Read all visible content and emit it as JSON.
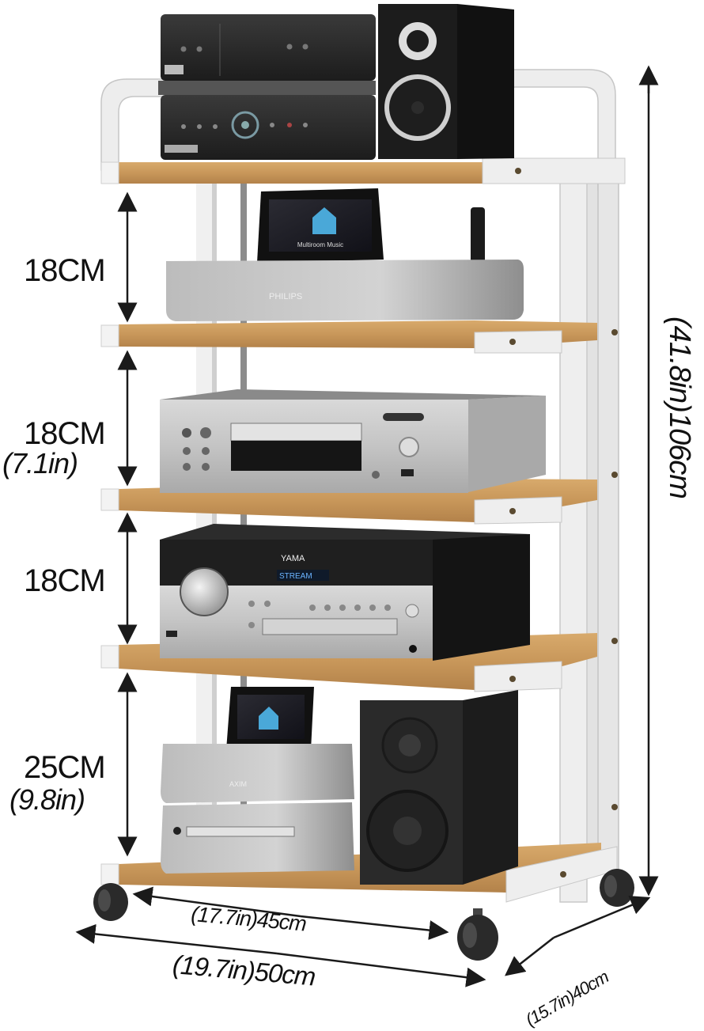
{
  "product": {
    "type": "5-tier audio equipment rack with casters",
    "frame_color": "#e8e8e8",
    "shelf_color": "#c8975a",
    "shelf_edge_color": "#a87a44",
    "caster_color": "#2a2a2a"
  },
  "dimensions": {
    "total_height": "(41.8in)106cm",
    "inner_width": "(17.7in)45cm",
    "outer_width": "(19.7in)50cm",
    "depth": "(15.7in)40cm",
    "gaps": [
      {
        "cm": "18CM",
        "in": ""
      },
      {
        "cm": "18CM",
        "in": "(7.1in)"
      },
      {
        "cm": "18CM",
        "in": ""
      },
      {
        "cm": "25CM",
        "in": "(9.8in)"
      }
    ]
  },
  "devices": {
    "top_receiver_screen": "",
    "dock_screen_label": "Multiroom Music",
    "dock_brand": "PHILIPS",
    "cd_player_brand": "",
    "amp_display": "STREAM",
    "amp_brand": "YAMA",
    "bottom_dock_brand": "AXIM"
  },
  "shelves": [
    {
      "tier": 1,
      "contents": [
        "stacked black receiver",
        "black bookshelf speaker"
      ]
    },
    {
      "tier": 2,
      "contents": [
        "silver multiroom dock with screen"
      ]
    },
    {
      "tier": 3,
      "contents": [
        "silver CD player"
      ]
    },
    {
      "tier": 4,
      "contents": [
        "black/silver amplifier with volume knob"
      ]
    },
    {
      "tier": 5,
      "contents": [
        "silver dock stack with screen",
        "black bookshelf speaker"
      ]
    }
  ]
}
